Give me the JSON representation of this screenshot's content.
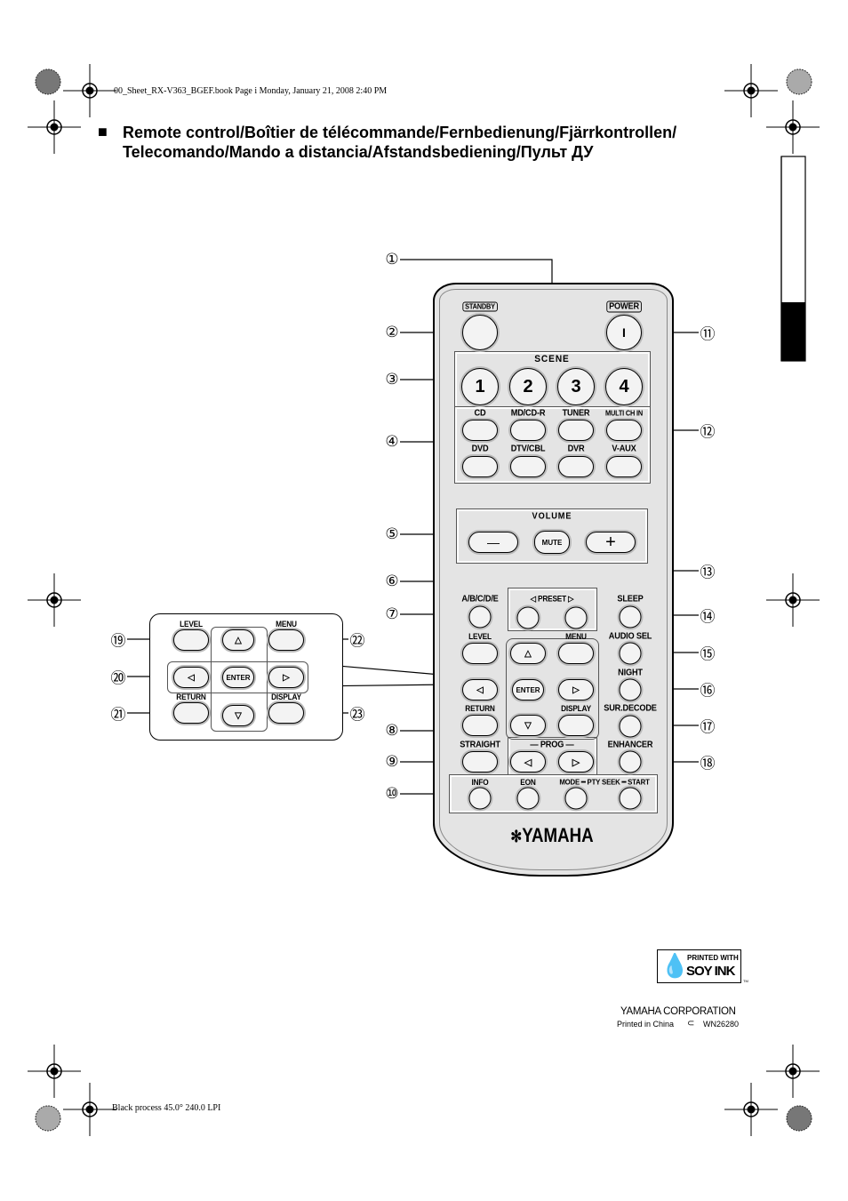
{
  "header": {
    "file_info": "00_Sheet_RX-V363_BGEF.book  Page i  Monday, January 21, 2008  2:40 PM"
  },
  "footer": {
    "process_info": "Black process 45.0° 240.0 LPI"
  },
  "title": {
    "bullet": "■",
    "line1": "Remote control/Boîtier de télécommande/Fernbedienung/Fjärrkontrollen/",
    "line2": "Telecomando/Mando a distancia/Afstandsbediening/Пульт ДУ"
  },
  "callouts": [
    "①",
    "②",
    "③",
    "④",
    "⑤",
    "⑥",
    "⑦",
    "⑧",
    "⑨",
    "⑩",
    "⑪",
    "⑫",
    "⑬",
    "⑭",
    "⑮",
    "⑯",
    "⑰",
    "⑱",
    "⑲",
    "⑳",
    "㉑",
    "㉒",
    "㉓"
  ],
  "remote": {
    "standby": "STANDBY",
    "power": "POWER",
    "power_symbol": "I",
    "scene": "SCENE",
    "scene_buttons": [
      "1",
      "2",
      "3",
      "4"
    ],
    "inputs_row1": [
      "CD",
      "MD/CD-R",
      "TUNER",
      "MULTI CH IN"
    ],
    "inputs_row2": [
      "DVD",
      "DTV/CBL",
      "DVR",
      "V-AUX"
    ],
    "volume": "VOLUME",
    "vol_down": "—",
    "mute": "MUTE",
    "vol_up": "+",
    "abcde": "A/B/C/D/E",
    "preset": "◁ PRESET ▷",
    "sleep": "SLEEP",
    "level": "LEVEL",
    "menu": "MENU",
    "audio_sel": "AUDIO SEL",
    "night": "NIGHT",
    "enter": "ENTER",
    "return": "RETURN",
    "display": "DISPLAY",
    "sur_decode": "SUR.DECODE",
    "straight": "STRAIGHT",
    "prog": "— PROG —",
    "enhancer": "ENHANCER",
    "info": "INFO",
    "eon": "EON",
    "mode_pty": "MODE ━ PTY SEEK ━ START",
    "brand": "YAMAHA"
  },
  "inset": {
    "level": "LEVEL",
    "menu": "MENU",
    "enter": "ENTER",
    "return": "RETURN",
    "display": "DISPLAY"
  },
  "soy_ink": {
    "line1": "PRINTED WITH",
    "line2": "SOY INK",
    "tm": "TM"
  },
  "corporation": "YAMAHA CORPORATION",
  "printed": "Printed in China",
  "code": "WN26280"
}
